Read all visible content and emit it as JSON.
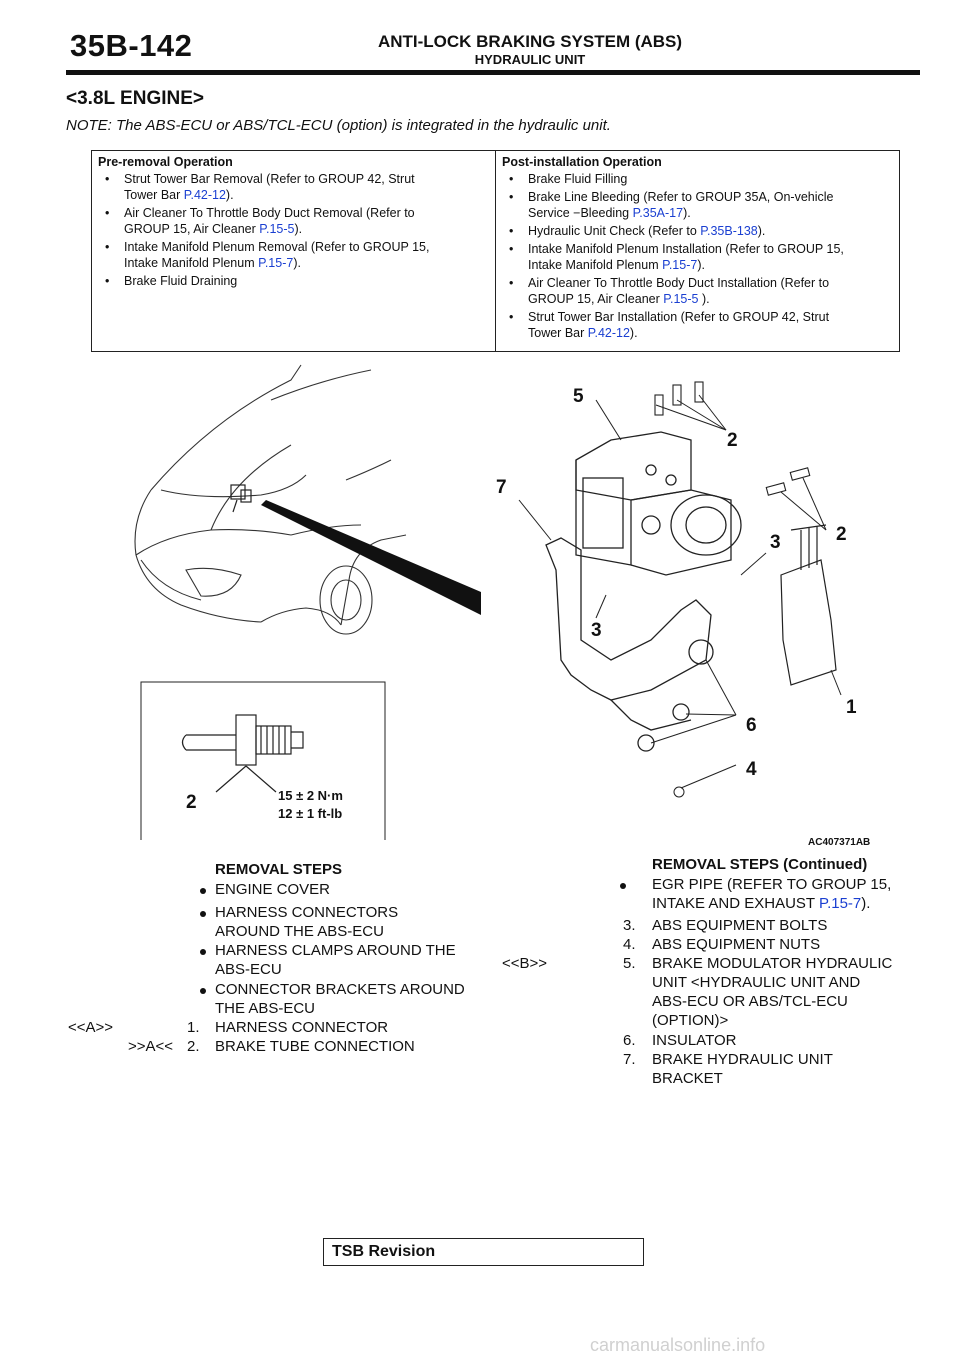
{
  "header": {
    "page_number": "35B-142",
    "title": "ANTI-LOCK BRAKING SYSTEM (ABS)",
    "subtitle": "HYDRAULIC UNIT"
  },
  "section_heading": "<3.8L ENGINE>",
  "note": "NOTE: The ABS-ECU or ABS/TCL-ECU (option) is integrated in the hydraulic unit.",
  "pre_removal": {
    "title": "Pre-removal Operation",
    "items": [
      {
        "text": "Strut Tower Bar Removal (Refer to GROUP 42, Strut",
        "text2": "Tower Bar ",
        "link": "P.42-12",
        "tail": ")."
      },
      {
        "text": "Air Cleaner To Throttle Body Duct Removal (Refer to",
        "text2": "GROUP 15, Air Cleaner ",
        "link": "P.15-5",
        "tail": ")."
      },
      {
        "text": "Intake Manifold Plenum Removal (Refer to GROUP 15,",
        "text2": "Intake Manifold Plenum ",
        "link": "P.15-7",
        "tail": ")."
      },
      {
        "text": "Brake Fluid Draining",
        "text2": "",
        "link": "",
        "tail": ""
      }
    ]
  },
  "post_install": {
    "title": "Post-installation Operation",
    "items": [
      {
        "text": "Brake Fluid Filling",
        "text2": "",
        "link": "",
        "tail": ""
      },
      {
        "text": "Brake Line Bleeding (Refer to GROUP 35A, On-vehicle",
        "text2": "Service −Bleeding ",
        "link": "P.35A-17",
        "tail": ")."
      },
      {
        "text": "Hydraulic Unit Check (Refer to ",
        "text2": "",
        "link": "P.35B-138",
        "tail": ").",
        "inline": true
      },
      {
        "text": "Intake Manifold Plenum Installation (Refer to GROUP 15,",
        "text2": "Intake Manifold Plenum ",
        "link": "P.15-7",
        "tail": ")."
      },
      {
        "text": "Air Cleaner To Throttle Body Duct Installation (Refer to",
        "text2": "GROUP 15, Air Cleaner ",
        "link": "P.15-5",
        "tail": " )."
      },
      {
        "text": "Strut Tower Bar Installation (Refer to GROUP 42, Strut",
        "text2": "Tower Bar ",
        "link": "P.42-12",
        "tail": ")."
      }
    ]
  },
  "figure": {
    "code": "AC407371AB",
    "torque_1": "15 ± 2 N·m",
    "torque_2": "12 ± 1 ft-lb",
    "callouts": [
      "1",
      "2",
      "3",
      "4",
      "5",
      "6",
      "7"
    ]
  },
  "removal_steps": {
    "title": "REMOVAL STEPS",
    "engine_cover": "ENGINE COVER",
    "harness_conn_1": "HARNESS CONNECTORS",
    "harness_conn_2": "AROUND THE ABS-ECU",
    "harness_clamps_1": "HARNESS CLAMPS AROUND THE",
    "harness_clamps_2": "ABS-ECU",
    "conn_brackets_1": "CONNECTOR BRACKETS AROUND",
    "conn_brackets_2": "THE ABS-ECU",
    "step1_ref": "<<A>>",
    "step1_num": "1.",
    "step1_text": "HARNESS CONNECTOR",
    "step2_ref": ">>A<<",
    "step2_num": "2.",
    "step2_text": "BRAKE TUBE CONNECTION"
  },
  "removal_steps_cont": {
    "title": "REMOVAL STEPS (Continued)",
    "egr_1": "EGR PIPE (REFER TO GROUP 15,",
    "egr_2": "INTAKE AND EXHAUST ",
    "egr_link": "P.15-7",
    "egr_tail": ").",
    "s3_num": "3.",
    "s3_text": "ABS EQUIPMENT BOLTS",
    "s4_num": "4.",
    "s4_text": "ABS EQUIPMENT NUTS",
    "s5_ref": "<<B>>",
    "s5_num": "5.",
    "s5_1": "BRAKE MODULATOR HYDRAULIC",
    "s5_2": "UNIT <HYDRAULIC UNIT AND",
    "s5_3": "ABS-ECU OR ABS/TCL-ECU",
    "s5_4": "(OPTION)>",
    "s6_num": "6.",
    "s6_text": "INSULATOR",
    "s7_num": "7.",
    "s7_1": "BRAKE HYDRAULIC UNIT",
    "s7_2": "BRACKET"
  },
  "footer": {
    "tsb": "TSB Revision",
    "watermark": "carmanualsonline.info"
  }
}
